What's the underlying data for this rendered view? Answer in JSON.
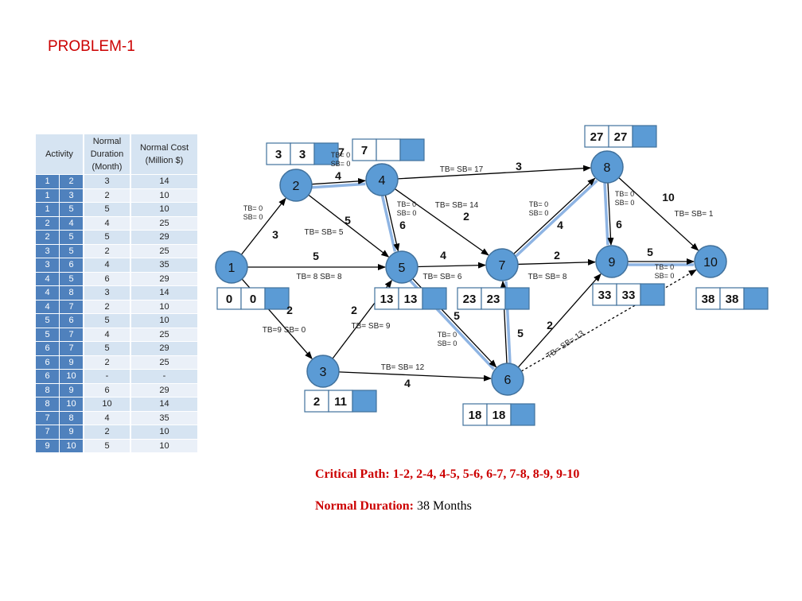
{
  "title": "PROBLEM-1",
  "table": {
    "headers": {
      "activity": "Activity",
      "duration": "Normal Duration (Month)",
      "cost": "Normal Cost (Million $)"
    },
    "rows": [
      {
        "i": "1",
        "j": "2",
        "d": "3",
        "c": "14"
      },
      {
        "i": "1",
        "j": "3",
        "d": "2",
        "c": "10"
      },
      {
        "i": "1",
        "j": "5",
        "d": "5",
        "c": "10"
      },
      {
        "i": "2",
        "j": "4",
        "d": "4",
        "c": "25"
      },
      {
        "i": "2",
        "j": "5",
        "d": "5",
        "c": "29"
      },
      {
        "i": "3",
        "j": "5",
        "d": "2",
        "c": "25"
      },
      {
        "i": "3",
        "j": "6",
        "d": "4",
        "c": "35"
      },
      {
        "i": "4",
        "j": "5",
        "d": "6",
        "c": "29"
      },
      {
        "i": "4",
        "j": "8",
        "d": "3",
        "c": "14"
      },
      {
        "i": "4",
        "j": "7",
        "d": "2",
        "c": "10"
      },
      {
        "i": "5",
        "j": "6",
        "d": "5",
        "c": "10"
      },
      {
        "i": "5",
        "j": "7",
        "d": "4",
        "c": "25"
      },
      {
        "i": "6",
        "j": "7",
        "d": "5",
        "c": "29"
      },
      {
        "i": "6",
        "j": "9",
        "d": "2",
        "c": "25"
      },
      {
        "i": "6",
        "j": "10",
        "d": "-",
        "c": "-"
      },
      {
        "i": "8",
        "j": "9",
        "d": "6",
        "c": "29"
      },
      {
        "i": "8",
        "j": "10",
        "d": "10",
        "c": "14"
      },
      {
        "i": "7",
        "j": "8",
        "d": "4",
        "c": "35"
      },
      {
        "i": "7",
        "j": "9",
        "d": "2",
        "c": "10"
      },
      {
        "i": "9",
        "j": "10",
        "d": "5",
        "c": "10"
      }
    ]
  },
  "network": {
    "nodes": {
      "n1": "1",
      "n2": "2",
      "n3": "3",
      "n4": "4",
      "n5": "5",
      "n6": "6",
      "n7": "7",
      "n8": "8",
      "n9": "9",
      "n10": "10"
    },
    "times": {
      "n1": [
        "0",
        "0"
      ],
      "n2": [
        "3",
        "3"
      ],
      "n3": [
        "2",
        "11"
      ],
      "n4": [
        "7",
        ""
      ],
      "n5": [
        "13",
        "13"
      ],
      "n6": [
        "18",
        "18"
      ],
      "n7": [
        "23",
        "23"
      ],
      "n8": [
        "27",
        "27"
      ],
      "n9": [
        "33",
        "33"
      ],
      "n10": [
        "38",
        "38"
      ]
    },
    "durations": {
      "d12": "3",
      "d13": "2",
      "d15": "5",
      "d24": "4",
      "d25": "5",
      "d35": "2",
      "d36": "4",
      "d45": "6",
      "d48": "3",
      "d47": "2",
      "d56": "5",
      "d57": "4",
      "d67": "5",
      "d69": "2",
      "d89": "6",
      "d810": "10",
      "d78": "4",
      "d79": "2",
      "d910": "5",
      "d24b": "7"
    },
    "float_labels": {
      "f12": "TB= 0\nSB= 0",
      "f24": "TB= 0\nSB= 0",
      "f45": "TB= 0\nSB= 0",
      "f48": "TB= SB= 17",
      "f47": "TB= SB= 14",
      "f78": "TB= 0\nSB= 0",
      "f89": "TB= 0\nSB= 0",
      "f810": "TB= SB= 1",
      "f910": "TB= 0\nSB= 0",
      "f25": "TB= SB= 5",
      "f15": "TB= 8  SB= 8",
      "f57": "TB= SB= 6",
      "f79": "TB= SB= 8",
      "f13": "TB=9  SB= 0",
      "f35": "TB= SB= 9",
      "f56": "TB= 0\nSB= 0",
      "f36": "TB= SB= 12",
      "f69": "TB= SB= 13"
    }
  },
  "critical_path": {
    "label": "Critical Path:",
    "value": "1-2, 2-4, 4-5, 5-6, 6-7, 7-8, 8-9, 9-10"
  },
  "normal_duration": {
    "label": "Normal Duration:",
    "value": "38 Months"
  },
  "colors": {
    "node_fill": "#5b9bd5",
    "node_stroke": "#41719c",
    "critical": "#8eb4e3",
    "arrow": "#000000",
    "title": "#cc0000"
  }
}
